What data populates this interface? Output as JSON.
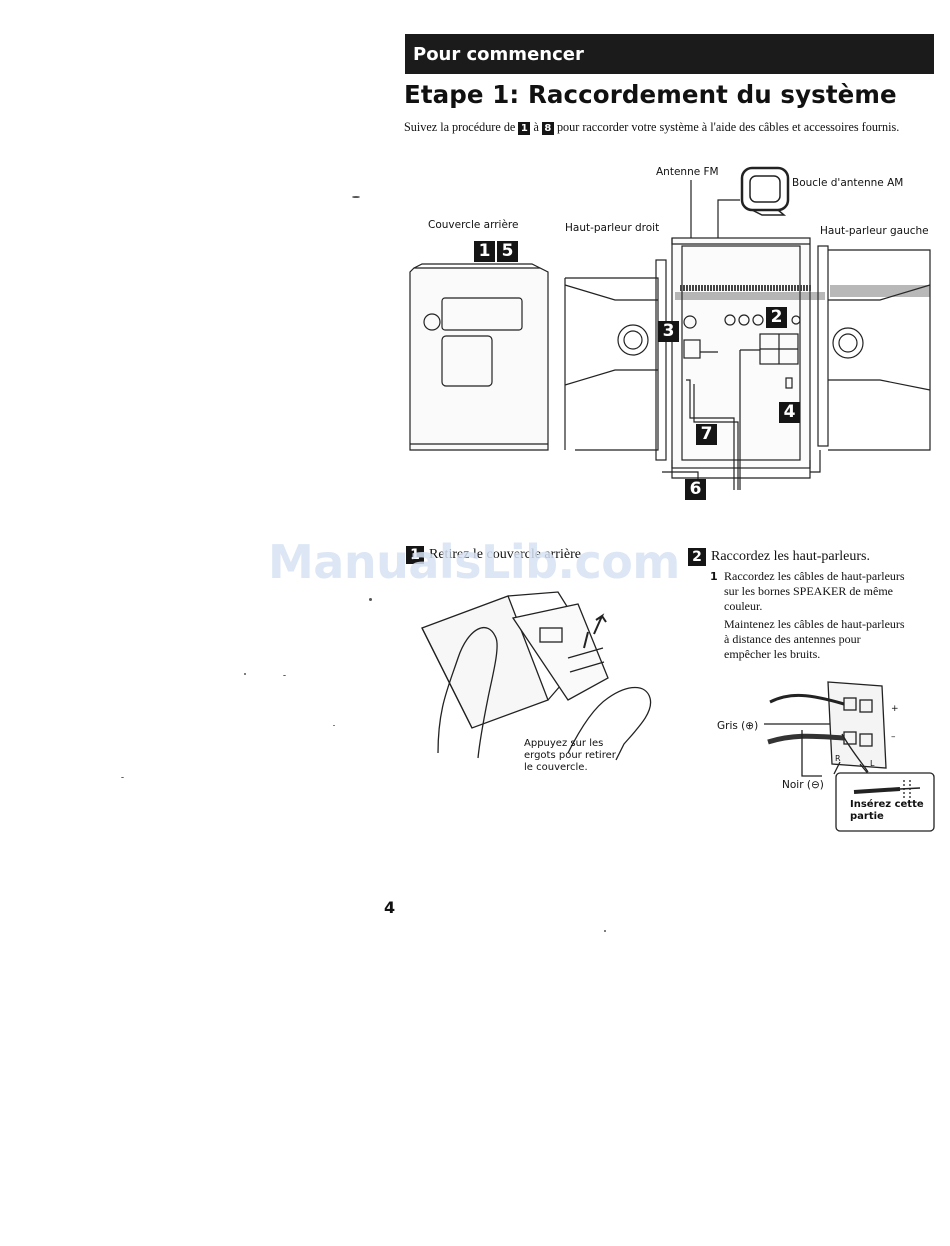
{
  "header": {
    "section_label": "Pour commencer",
    "title": "Etape 1:  Raccordement du système"
  },
  "intro": {
    "part1": "Suivez la procédure de ",
    "num_from": "1",
    "part2": " à ",
    "num_to": "8",
    "part3": " pour raccorder votre système à l'aide des câbles et accessoires fournis."
  },
  "diagram": {
    "labels": {
      "antenna_fm": "Antenne FM",
      "am_loop": "Boucle d'antenne AM",
      "back_cover": "Couvercle arrière",
      "speaker_right": "Haut-parleur droit",
      "speaker_left": "Haut-parleur gauche"
    },
    "cover_steps": [
      "1",
      "5"
    ],
    "callouts": {
      "c2": "2",
      "c3": "3",
      "c4": "4",
      "c6": "6",
      "c7": "7"
    }
  },
  "step1": {
    "num": "1",
    "title": "Retirez le couvercle arrière",
    "caption_lines": [
      "Appuyez sur les",
      "ergots pour retirer",
      "le couvercle."
    ]
  },
  "step2": {
    "num": "2",
    "title": "Raccordez les haut-parleurs.",
    "item_num": "1",
    "item_text_lines": [
      "Raccordez les câbles de haut-parleurs",
      "sur les bornes SPEAKER de même",
      "couleur."
    ],
    "note_lines": [
      "Maintenez les câbles de haut-parleurs",
      "à distance des antennes pour",
      "empêcher les bruits."
    ],
    "gray_label": "Gris (⊕)",
    "black_label": "Noir (⊖)",
    "terminal_r": "R",
    "terminal_l": "L",
    "plus": "+",
    "minus": "–",
    "insert_lines": [
      "Insérez cette",
      "partie"
    ]
  },
  "watermark": "ManualsLib.com",
  "page_number": "4"
}
